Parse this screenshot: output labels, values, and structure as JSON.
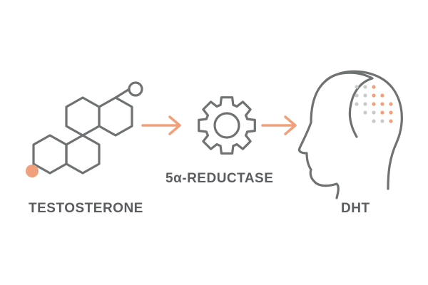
{
  "labels": {
    "testosterone": "TESTOSTERONE",
    "enzyme": "5α-REDUCTASE",
    "dht": "DHT"
  },
  "icons": {
    "molecule": "steroid-molecule-icon",
    "enzyme": "gear-icon",
    "product": "head-profile-icon"
  },
  "colors": {
    "stroke": "#6f7273",
    "accent": "#f0a07a",
    "dot_gray": "#c9cacb",
    "text": "#5a5d5f",
    "background": "#ffffff"
  }
}
